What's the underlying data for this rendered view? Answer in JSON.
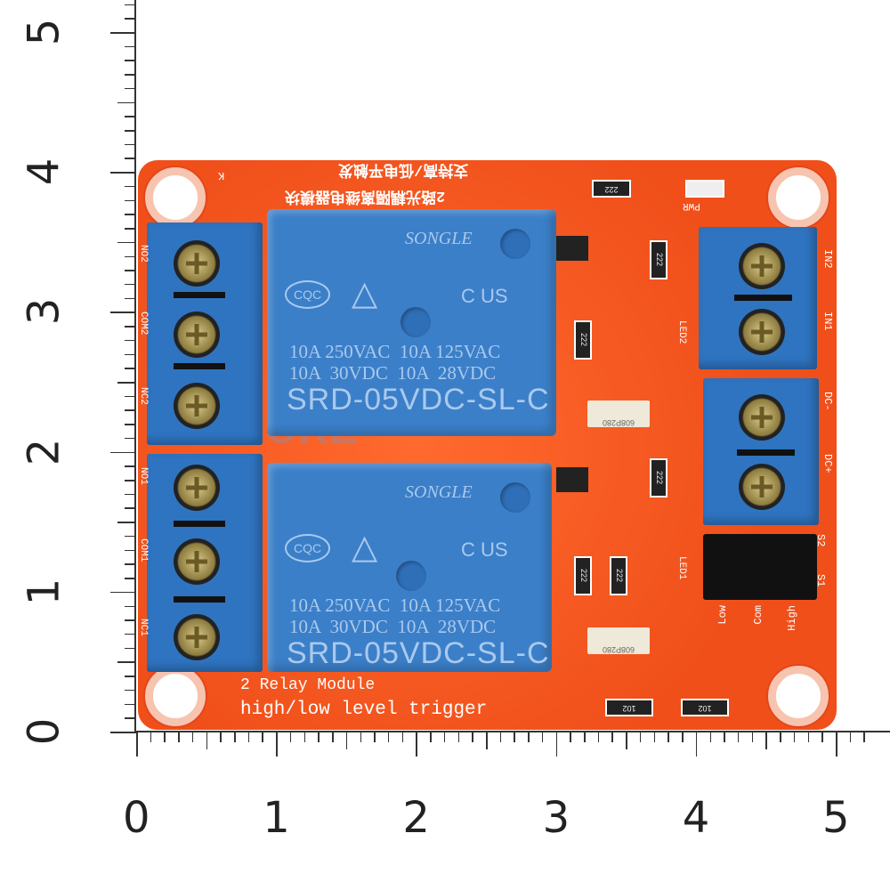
{
  "ruler": {
    "vertical_labels": [
      "0",
      "1",
      "2",
      "3",
      "4",
      "5"
    ],
    "horizontal_labels": [
      "0",
      "1",
      "2",
      "3",
      "4",
      "5"
    ]
  },
  "board": {
    "title_cn_1": "支持高/低电平触发",
    "title_cn_2": "2路光耦隔离继电器模块",
    "title_en_1": "2  Relay  Module",
    "title_en_2": "high/low level trigger",
    "corner_mark": "K",
    "left_terminal_labels_top": [
      "NO2",
      "COM2",
      "NC2"
    ],
    "left_terminal_labels_bottom": [
      "NO1",
      "COM1",
      "NC1"
    ],
    "right_labels_in": [
      "IN2",
      "IN1"
    ],
    "right_labels_dc": [
      "DC-",
      "DC+"
    ],
    "jumper_labels": [
      "Low",
      "Com",
      "High"
    ],
    "jumper_pins": [
      "S2",
      "S1"
    ],
    "led_labels": [
      "PWR",
      "LED2",
      "LED1"
    ],
    "resistor_codes": [
      "222",
      "222",
      "222",
      "222",
      "222",
      "222",
      "102",
      "102"
    ],
    "opto_code": "608P280",
    "watermark": "DIY MORE"
  },
  "relays": [
    {
      "brand": "SONGLE",
      "cert": "CQC",
      "ul": "C  US",
      "line1": "10A 250VAC  10A 125VAC",
      "line2": "10A  30VDC  10A  28VDC",
      "model": "SRD-05VDC-SL-C"
    },
    {
      "brand": "SONGLE",
      "cert": "CQC",
      "ul": "C  US",
      "line1": "10A 250VAC  10A 125VAC",
      "line2": "10A  30VDC  10A  28VDC",
      "model": "SRD-05VDC-SL-C"
    }
  ],
  "colors": {
    "board": "#f2561f",
    "relay": "#3b7fc8",
    "terminal": "#2f74c0"
  }
}
